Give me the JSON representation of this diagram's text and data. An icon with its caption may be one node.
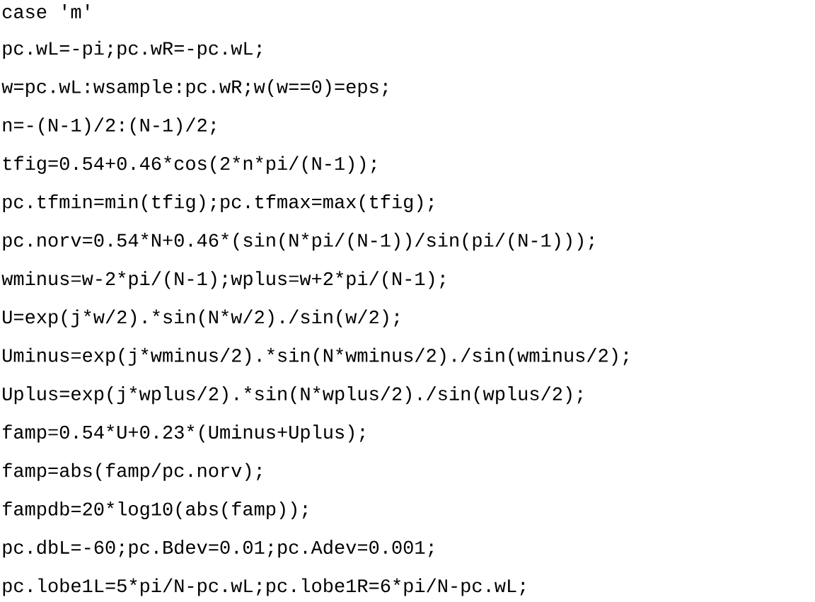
{
  "diagram": {
    "labels": [
      "case 'm'",
      "pc.wL=-pi;pc.wR=-pc.wL;",
      "w=pc.wL:wsample:pc.wR;w(w==0)=eps;",
      "n=-(N-1)/2:(N-1)/2;",
      "tfig=0.54+0.46*cos(2*n*pi/(N-1));",
      "pc.tfmin=min(tfig);pc.tfmax=max(tfig);",
      "pc.norv=0.54*N+0.46*(sin(N*pi/(N-1))/sin(pi/(N-1)));",
      "wminus=w-2*pi/(N-1);wplus=w+2*pi/(N-1);",
      "U=exp(j*w/2).*sin(N*w/2)./sin(w/2);",
      "Uminus=exp(j*wminus/2).*sin(N*wminus/2)./sin(wminus/2);",
      "Uplus=exp(j*wplus/2).*sin(N*wplus/2)./sin(wplus/2);",
      "famp=0.54*U+0.23*(Uminus+Uplus);",
      "famp=abs(famp/pc.norv);",
      "fampdb=20*log10(abs(famp));",
      "pc.dbL=-60;pc.Bdev=0.01;pc.Adev=0.001;",
      "pc.lobe1L=5*pi/N-pc.wL;pc.lobe1R=6*pi/N-pc.wL;"
    ]
  }
}
